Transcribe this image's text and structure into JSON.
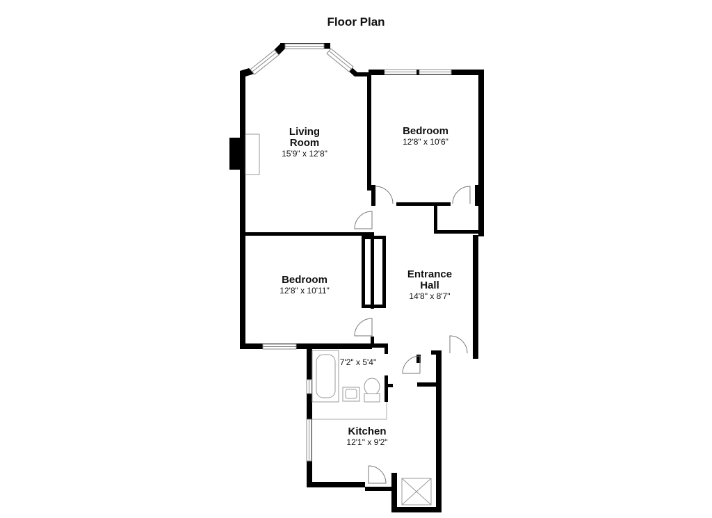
{
  "title": "Floor Plan",
  "rooms": {
    "living": {
      "name": "Living\nRoom",
      "dims": "15'9\" x 12'8\""
    },
    "bedroom1": {
      "name": "Bedroom",
      "dims": "12'8\" x 10'6\""
    },
    "bedroom2": {
      "name": "Bedroom",
      "dims": "12'8\" x 10'11\""
    },
    "hall": {
      "name": "Entrance\nHall",
      "dims": "14'8\" x 8'7\""
    },
    "bathroom": {
      "dims": "7'2\" x 5'4\""
    },
    "kitchen": {
      "name": "Kitchen",
      "dims": "12'1\" x 9'2\""
    }
  },
  "colors": {
    "wall": "#000000",
    "fixture": "#999999",
    "window": "#cccccc"
  }
}
